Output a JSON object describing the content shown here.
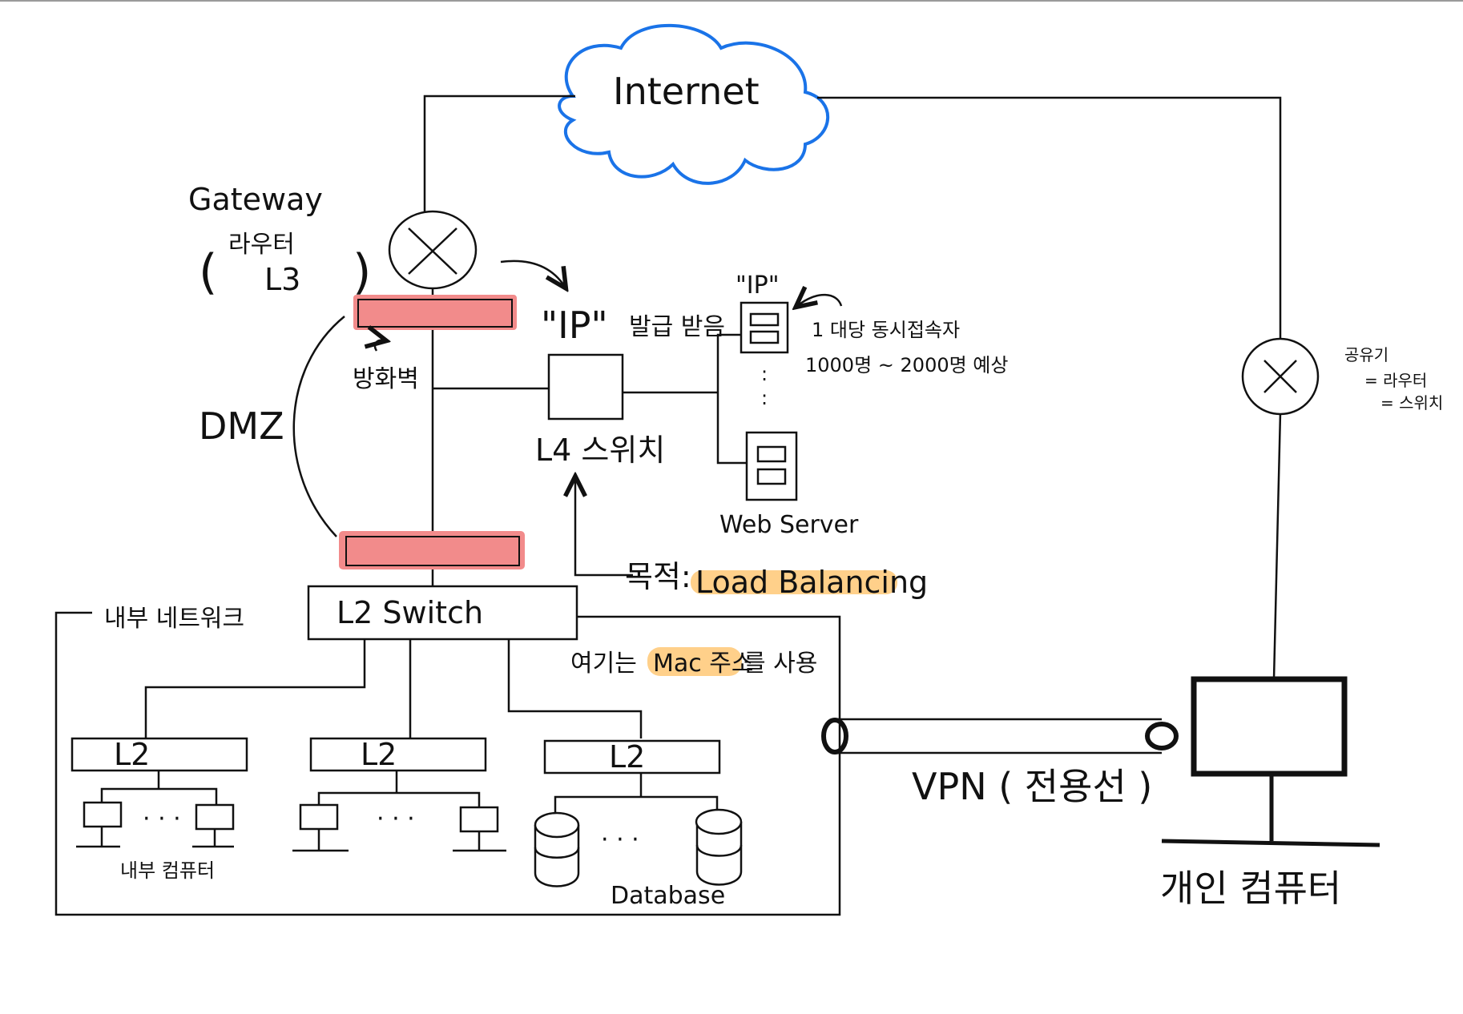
{
  "colors": {
    "cloud": "#1a73e8",
    "firewall": "#f28b8b",
    "highlight": "#ffd08a",
    "ink": "#111111"
  },
  "cloud": {
    "label": "Internet",
    "icon": "cloud-icon"
  },
  "gateway": {
    "title": "Gateway",
    "sub1": "라우터",
    "sub2": "L3",
    "open_paren": "(",
    "close_paren": ")",
    "icon": "router-icon"
  },
  "firewall": {
    "label": "방화벽"
  },
  "dmz": {
    "label": "DMZ"
  },
  "ip_issued": {
    "quote": "\"IP\"",
    "text": "발급 받음"
  },
  "l4": {
    "label": "L4 스위치"
  },
  "purpose": {
    "prefix": "목적:",
    "value": "Load Balancing"
  },
  "webserver": {
    "ip_quote": "\"IP\"",
    "note1": "1 대당 동시접속자",
    "note2": "1000명 ~ 2000명 예상",
    "dots": ":",
    "label": "Web Server",
    "icon": "server-icon"
  },
  "internal": {
    "label": "내부 네트워크"
  },
  "l2switch": {
    "label": "L2 Switch"
  },
  "mac_note": {
    "prefix": "여기는",
    "highlight": "Mac 주소",
    "suffix": "를 사용"
  },
  "l2_boxes": [
    "L2",
    "L2",
    "L2"
  ],
  "ellipsis": "· · ·",
  "internal_pc": {
    "label": "내부 컴퓨터"
  },
  "database": {
    "label": "Database",
    "icon": "database-icon"
  },
  "vpn": {
    "label": "VPN ( 전용선 )"
  },
  "home_router": {
    "line1": "공유기",
    "line2": "= 라우터",
    "line3": "= 스위치",
    "icon": "router-icon"
  },
  "personal_pc": {
    "label": "개인 컴퓨터",
    "icon": "monitor-icon"
  }
}
